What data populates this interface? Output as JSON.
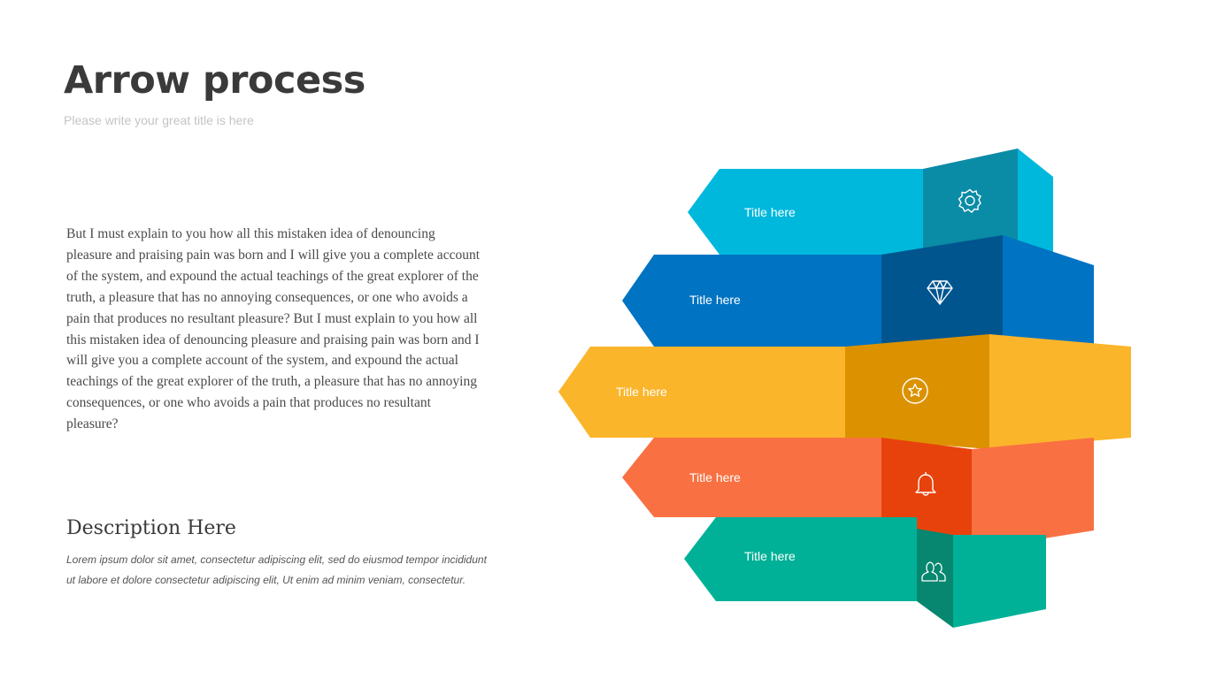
{
  "header": {
    "title": "Arrow process",
    "subtitle": "Please write your great title is here"
  },
  "body_text": "But I must explain to you how all this mistaken idea of denouncing pleasure and praising pain was born and I will give you a complete account of the system, and expound the actual teachings of the great explorer of the truth, a pleasure that has no annoying consequences, or one who avoids a pain that produces no resultant pleasure? But I must explain to you how all this mistaken idea of denouncing pleasure and praising pain was born and I will give you a complete account of the system, and expound the actual teachings of the great explorer of the truth, a pleasure that has no annoying consequences, or one who avoids a pain that produces no resultant pleasure?",
  "description": {
    "title": "Description  Here",
    "text": "Lorem  ipsum dolor sit amet, consectetur  adipiscing elit, sed do eiusmod tempor incididunt ut labore et dolore consectetur  adipiscing elit, Ut enim ad minim veniam, consectetur."
  },
  "arrows": [
    {
      "label": "Title here",
      "icon": "gear-icon",
      "color": "#00b8dc",
      "dark": "#0a8ba6"
    },
    {
      "label": "Title here",
      "icon": "diamond-icon",
      "color": "#0073c2",
      "dark": "#00558f"
    },
    {
      "label": "Title here",
      "icon": "star-icon",
      "color": "#fbb52b",
      "dark": "#dc9200"
    },
    {
      "label": "Title here",
      "icon": "bell-icon",
      "color": "#f97042",
      "dark": "#e8420c"
    },
    {
      "label": "Title here",
      "icon": "users-icon",
      "color": "#00b197",
      "dark": "#07876f"
    }
  ]
}
